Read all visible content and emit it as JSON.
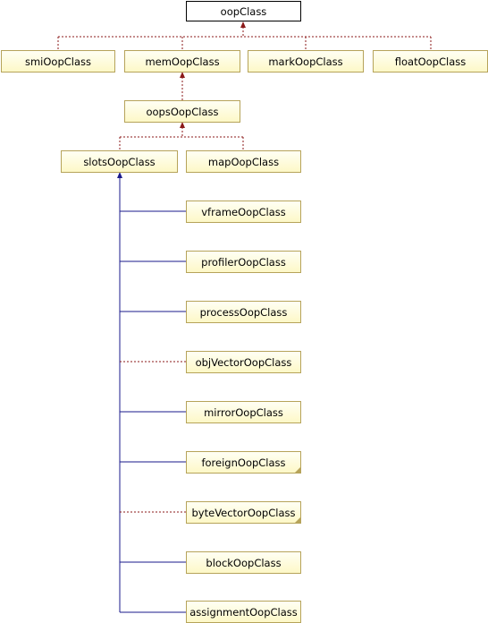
{
  "diagram": {
    "nodes": {
      "oopclass": "oopClass",
      "smioopclass": "smiOopClass",
      "memoopclass": "memOopClass",
      "markoopclass": "markOopClass",
      "floatoopclass": "floatOopClass",
      "oopsoopclass": "oopsOopClass",
      "slotsoopclass": "slotsOopClass",
      "mapoopclass": "mapOopClass",
      "vframeoopclass": "vframeOopClass",
      "profileroopclass": "profilerOopClass",
      "processoopclass": "processOopClass",
      "objvectoroopclass": "objVectorOopClass",
      "mirroroopclass": "mirrorOopClass",
      "foreignoopclass": "foreignOopClass",
      "bytevectoroopclass": "byteVectorOopClass",
      "blockoopclass": "blockOopClass",
      "assignmentoopclass": "assignmentOopClass"
    },
    "colors": {
      "inherit_dashed": "#8b1a1a",
      "inherit_solid": "#1a1a8b",
      "node_border": "#b6a35a",
      "node_fill": "#fdf8c7"
    }
  }
}
